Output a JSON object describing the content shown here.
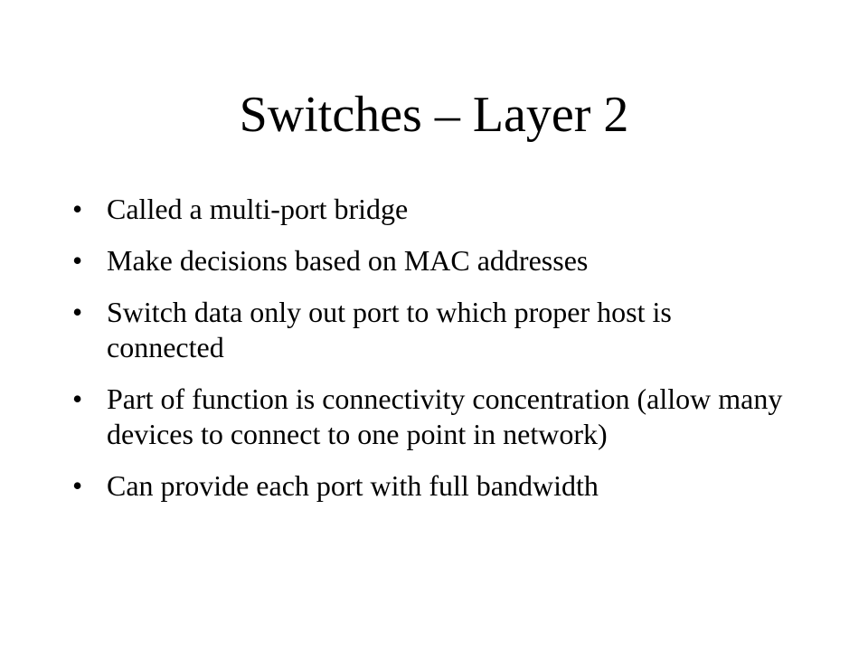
{
  "slide": {
    "title": "Switches – Layer 2",
    "bullet_glyph": "•",
    "bullets": [
      "Called a multi-port bridge",
      "Make decisions based on MAC addresses",
      "Switch data only out port to which proper host is connected",
      "Part of function is connectivity concentration (allow many devices to connect to one point in network)",
      "Can provide each port with full bandwidth"
    ]
  }
}
